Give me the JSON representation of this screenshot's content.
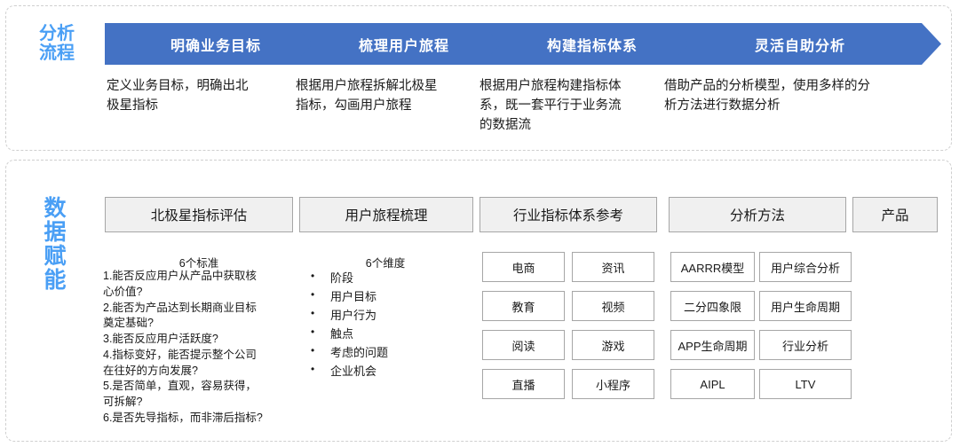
{
  "colors": {
    "arrow_blue": "#4472C4",
    "label_blue": "#4A9FF5",
    "header_fill": "#F0F0F0",
    "border_gray": "#A6A6A6",
    "panel_dash": "#CFCFCF"
  },
  "sections": {
    "process": {
      "vertical_label": "分析\n流程",
      "steps": [
        {
          "title": "明确业务目标",
          "description": "定义业务目标，明确出北\n极星指标"
        },
        {
          "title": "梳理用户旅程",
          "description": "根据用户旅程拆解北极星\n指标，勾画用户旅程"
        },
        {
          "title": "构建指标体系",
          "description": "根据用户旅程构建指标体\n系，既一套平行于业务流\n的数据流"
        },
        {
          "title": "灵活自助分析",
          "description": "借助产品的分析模型，使用多样的分\n析方法进行数据分析"
        }
      ]
    },
    "data": {
      "vertical_label": "数据\n赋能",
      "columns": [
        {
          "header": "北极星指标评估"
        },
        {
          "header": "用户旅程梳理"
        },
        {
          "header": "行业指标体系参考"
        },
        {
          "header": "分析方法"
        },
        {
          "header": "产品"
        }
      ],
      "criteria": {
        "title": "6个标准",
        "body": "1.能否反应用户从产品中获取核\n心价值?\n2.能否为产品达到长期商业目标\n奠定基础?\n3.能否反应用户活跃度?\n4.指标变好，能否提示整个公司\n在往好的方向发展?\n5.是否简单，直观，容易获得，\n可拆解?\n6.是否先导指标，而非滞后指标?"
      },
      "dimensions": {
        "title": "6个维度",
        "items": [
          "阶段",
          "用户目标",
          "用户行为",
          "触点",
          "考虑的问题",
          "企业机会"
        ]
      },
      "industry_cells": [
        [
          "电商",
          "资讯"
        ],
        [
          "教育",
          "视频"
        ],
        [
          "阅读",
          "游戏"
        ],
        [
          "直播",
          "小程序"
        ]
      ],
      "method_cells": [
        [
          "AARRR模型",
          "用户综合分析"
        ],
        [
          "二分四象限",
          "用户生命周期"
        ],
        [
          "APP生命周期",
          "行业分析"
        ],
        [
          "AIPL",
          "LTV"
        ]
      ]
    }
  }
}
